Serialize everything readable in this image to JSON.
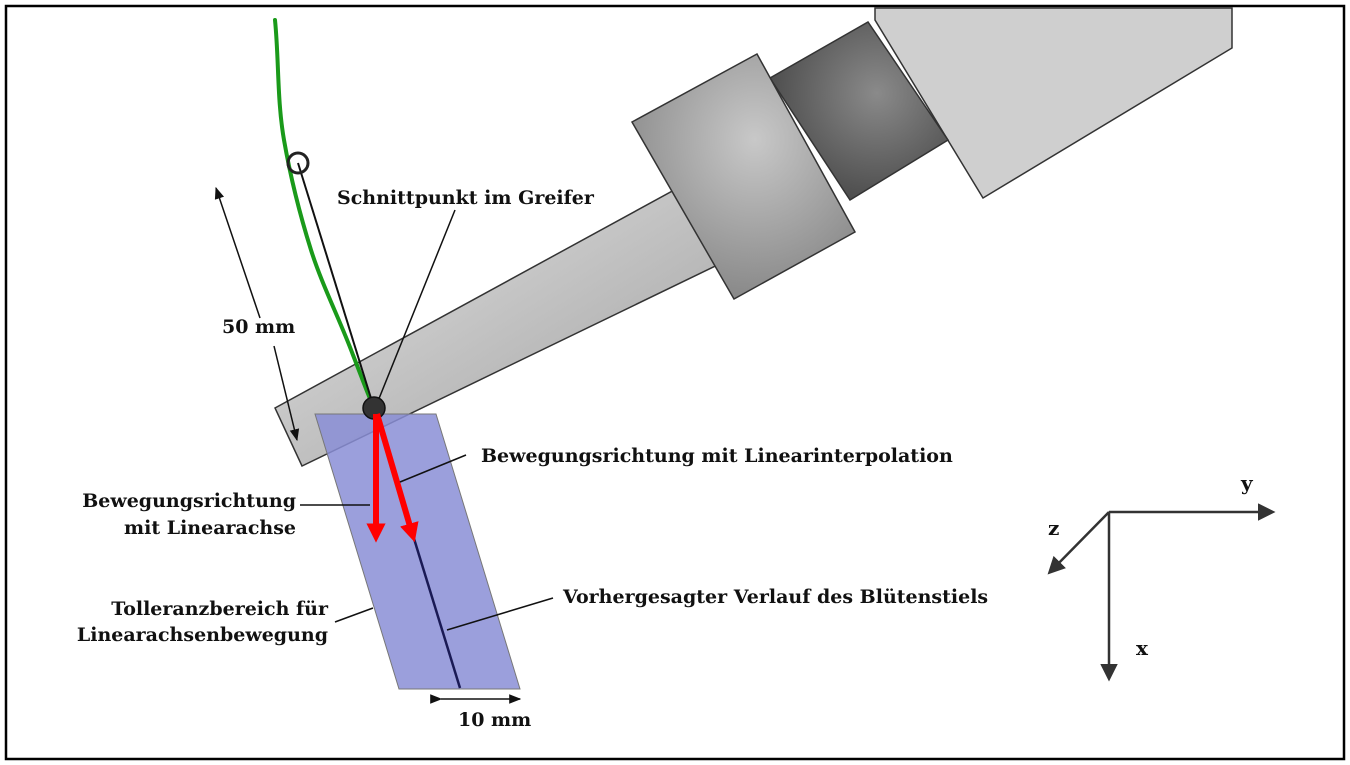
{
  "labels": {
    "schnittpunkt": "Schnittpunkt im Greifer",
    "dist_50": "50 mm",
    "bew_lininterp": "Bewegungsrichtung mit Linearinterpolation",
    "bew_linachse_1": "Bewegungsrichtung",
    "bew_linachse_2": "mit Linearachse",
    "toleranz_1": "Tolleranzbereich für",
    "toleranz_2": "Linearachsenbewegung",
    "verlauf": "Vorhergesagter Verlauf des Blütenstiels",
    "dist_10": "10 mm"
  },
  "axes": {
    "x": "x",
    "y": "y",
    "z": "z"
  },
  "colors": {
    "stem": "#1a9a1a",
    "arrow": "#ff0000",
    "tolerance_zone": "#8a8ed6",
    "frame": "#000000"
  }
}
